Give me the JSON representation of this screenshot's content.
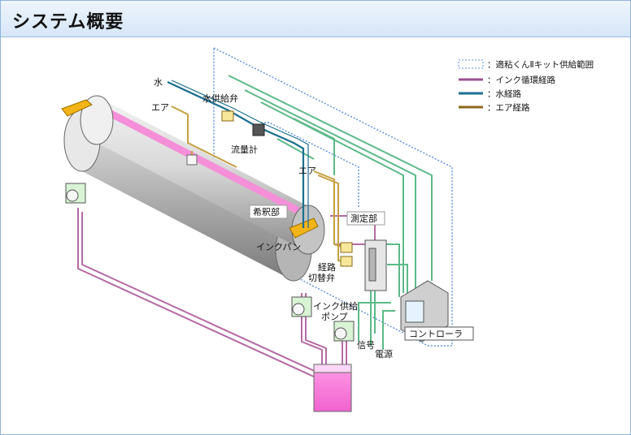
{
  "header": {
    "title": "システム概要"
  },
  "legend": {
    "items": [
      {
        "label": "：適粘くんⅡキット供給範囲",
        "color": "#5b8fd6",
        "style": "dotted-box"
      },
      {
        "label": "：インク循環経路",
        "color": "#9b4f8c",
        "style": "line"
      },
      {
        "label": "：水経路",
        "color": "#1a6f8f",
        "style": "line"
      },
      {
        "label": "：エア経路",
        "color": "#8a6a1a",
        "style": "line"
      }
    ]
  },
  "labels": {
    "water": "水",
    "air_top": "エア",
    "water_valve": "水供給弁",
    "flow_meter": "流量計",
    "air_mid": "エア",
    "dilution": "希釈部",
    "measurement": "測定部",
    "ink_pan": "インクパン",
    "route_valve_1": "経路",
    "route_valve_2": "切替弁",
    "ink_pump_1": "インク供給",
    "ink_pump_2": "ポンプ",
    "controller": "コントローラ",
    "signal": "信号",
    "power": "電源"
  },
  "colors": {
    "ink": "#c88ab8",
    "water": "#1a6f8f",
    "air": "#c4a040",
    "signal": "#5cba88",
    "scope": "#5b8fd6"
  }
}
